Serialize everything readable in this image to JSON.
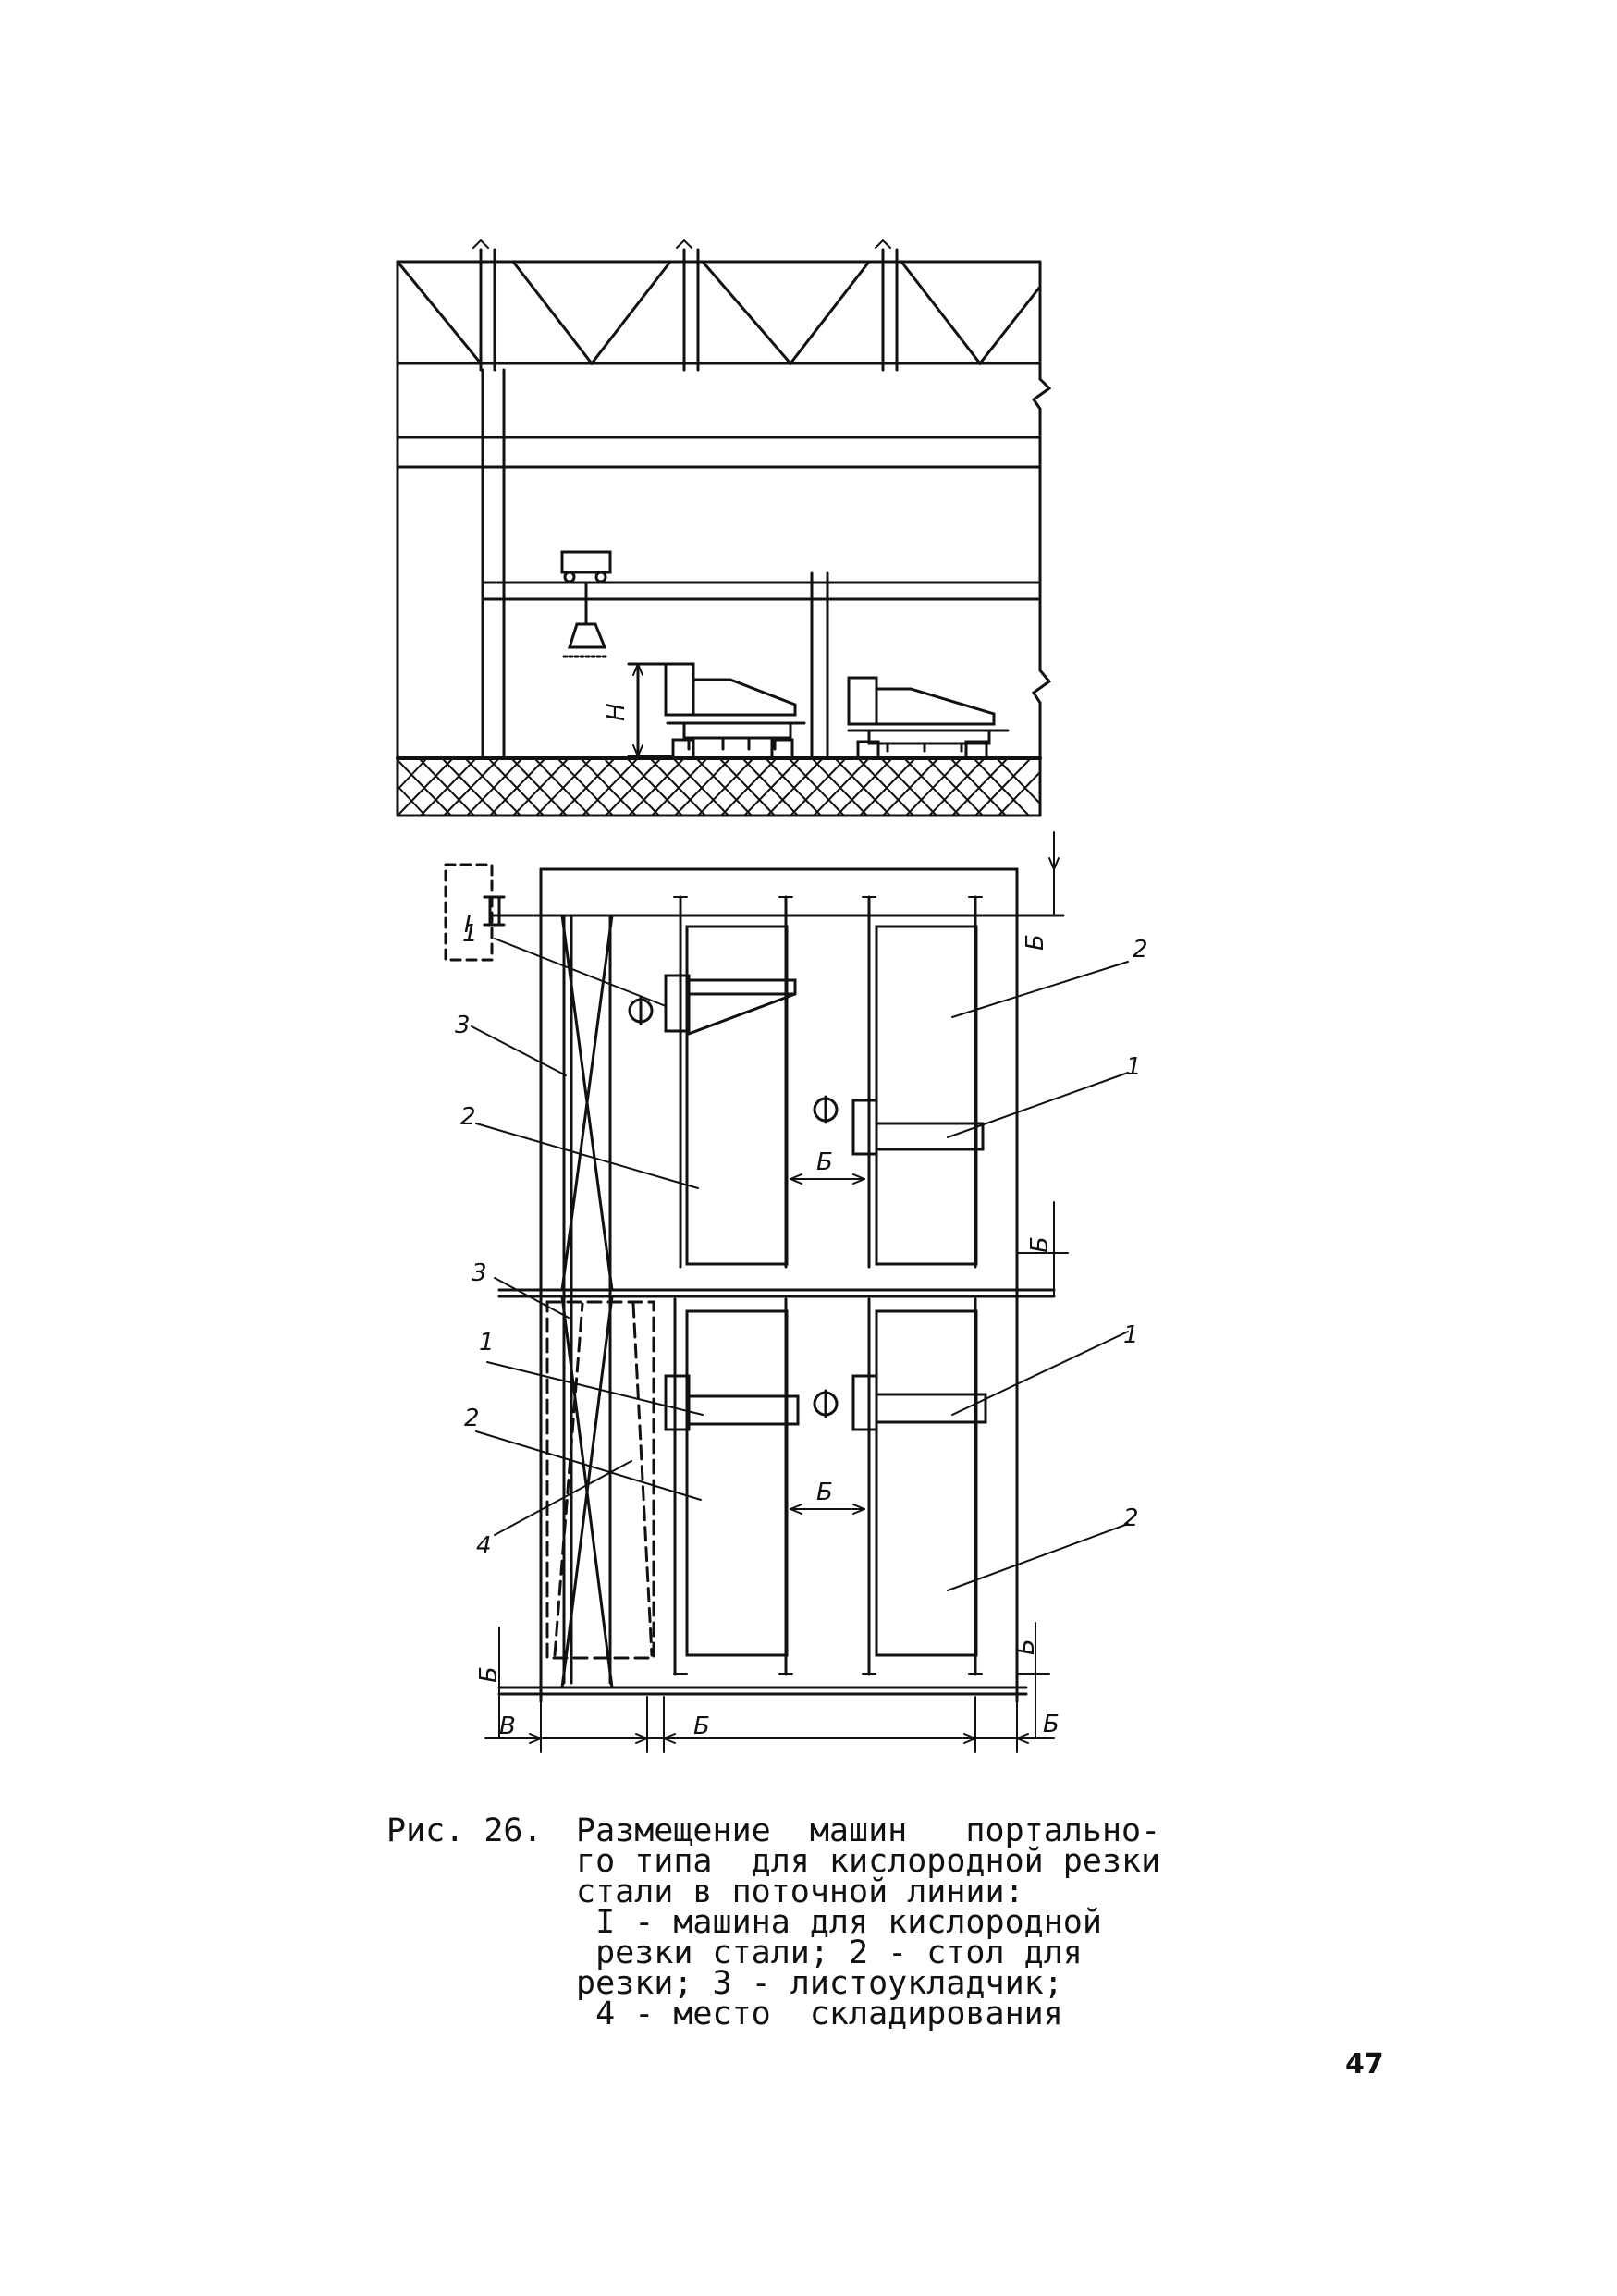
{
  "figure": {
    "labels": {
      "height": "H",
      "gap": "Б",
      "width_v": "В",
      "n1": "1",
      "n2": "2",
      "n3": "3",
      "n4": "4",
      "roman_one": "I"
    }
  },
  "caption": {
    "prefix": "Рис. 26.",
    "lines": [
      "Размещение  машин   портально-",
      "го типа  для кислородной резки",
      "стали в поточной линии:",
      " I - машина для кислородной",
      " резки стали; 2 - стол для",
      "резки; 3 - листоукладчик;",
      " 4 - место  складирования"
    ]
  },
  "page_number": "47"
}
